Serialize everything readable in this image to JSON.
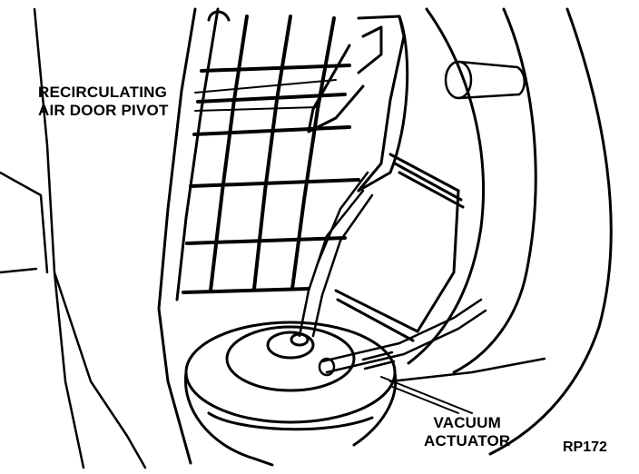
{
  "labels": {
    "pivot_line1": "RECIRCULATING",
    "pivot_line2": "AIR DOOR PIVOT",
    "actuator_line1": "VACUUM",
    "actuator_line2": "ACTUATOR"
  },
  "figure_code": "RP172",
  "colors": {
    "ink": "#000000",
    "paper": "#ffffff"
  }
}
